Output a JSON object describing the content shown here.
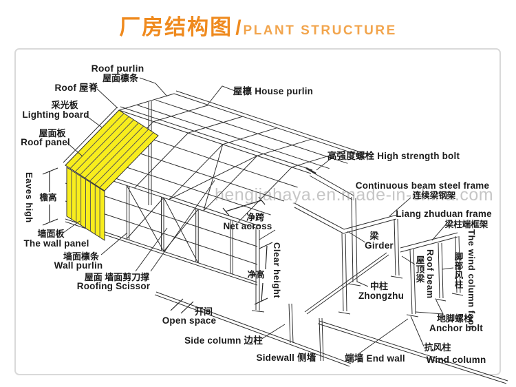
{
  "header": {
    "title_zh": "厂房结构图",
    "separator": "/",
    "title_en": "PLANT STRUCTURE"
  },
  "watermark": "hengjiahaya.en.made-in-china.com",
  "colors": {
    "accent_orange": "#ef8a1e",
    "accent_orange_light": "#f2a54d",
    "panel_yellow": "#f8ed1d",
    "line_color": "#2f2f2f",
    "border_gray": "#d9d9d9",
    "watermark_gray": "#8f8f8f"
  },
  "labels": {
    "roof_purlin_en": "Roof purlin",
    "roof_purlin_zh": "屋面檩条",
    "roof_ridge": "Roof 屋脊",
    "lighting_board_zh": "采光板",
    "lighting_board_en": "Lighting board",
    "roof_panel_zh": "屋面板",
    "roof_panel_en": "Roof panel",
    "house_purlin": "屋檩 House purlin",
    "eaves_high_en": "Eaves high",
    "eaves_high_zh": "檐高",
    "wall_panel_zh": "墙面板",
    "wall_panel_en": "The wall panel",
    "wall_purlin_zh": "墙面檩条",
    "wall_purlin_en": "Wall purlin",
    "roofing_scissor_zh": "屋面 墙面剪刀撑",
    "roofing_scissor_en": "Roofing Scissor",
    "high_strength_bolt": "高强度螺栓 High strength bolt",
    "continuous_beam_en": "Continuous beam steel frame",
    "continuous_beam_zh": "连续梁钢架",
    "liang_zhuduan_en": "Liang zhuduan frame",
    "liang_zhuduan_zh": "梁柱端框架",
    "girder_zh": "梁",
    "girder_en": "Girder",
    "net_across_zh": "净跨",
    "net_across_en": "Net across",
    "clear_height_zh": "净高",
    "clear_height_en": "Clear height",
    "zhongzhu_zh": "中柱",
    "zhongzhu_en": "Zhongzhu",
    "roof_beam_zh": "屋顶梁",
    "roof_beam_en": "Roof beam",
    "wind_column_foot_zh": "脚部风柱",
    "wind_column_foot_en": "The wind column foot",
    "anchor_bolt_zh": "地脚螺栓",
    "anchor_bolt_en": "Anchor bolt",
    "wind_column_zh": "抗风柱",
    "wind_column_en": "Wind column",
    "end_wall": "端墙 End wall",
    "sidewall": "Sidewall 侧墙",
    "open_space_zh": "开间",
    "open_space_en": "Open space",
    "side_column": "Side column 边柱"
  }
}
